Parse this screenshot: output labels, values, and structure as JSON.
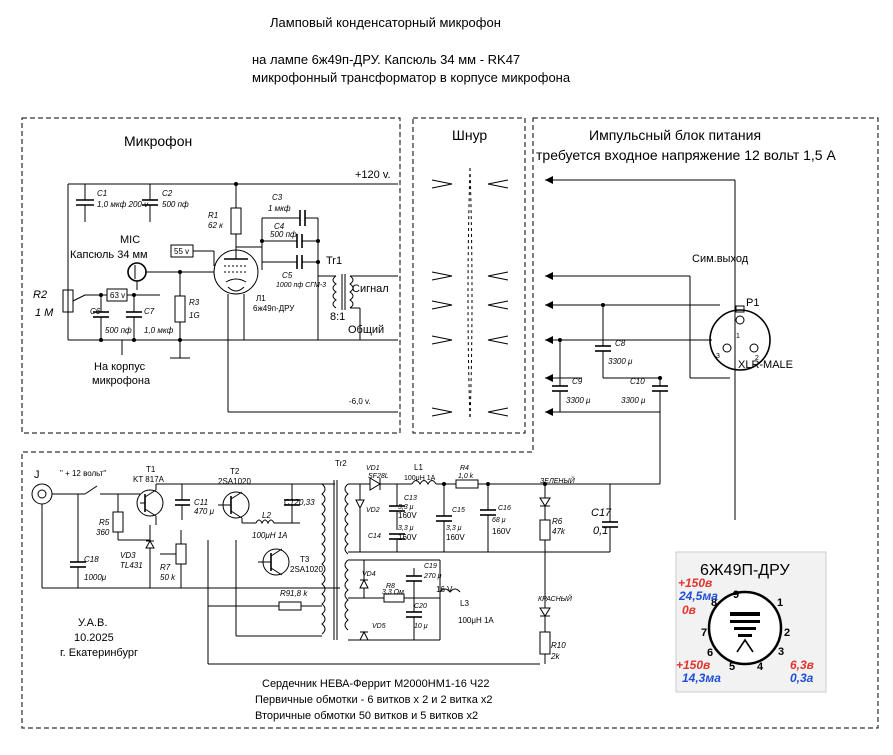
{
  "title": {
    "line1": "Ламповый конденсаторный микрофон",
    "line2": "на   лампе   6ж49п-ДРУ.   Капсюль   34  мм  - RK47",
    "line3": "микрофонный трансформатор в корпусе микрофона"
  },
  "sections": {
    "mic": "Микрофон",
    "cord": "Шнур",
    "psu_title": "Импульсный блок питания",
    "psu_req": "требуется  входное напряжение 12 вольт 1,5 А"
  },
  "mic": {
    "plus120": "+120 v.",
    "minus6": "-6,0 v.",
    "c1": "C1",
    "c1v": "1,0 мкф 200 v",
    "c2": "C2",
    "c2v": "500 пф",
    "c3": "C3",
    "c3v": "1 мкф",
    "c4": "C4",
    "c4v": "500 пф",
    "c5": "C5",
    "c5v": "1000 пф СГМ-3",
    "r1": "R1",
    "r1v": "62 к",
    "r2": "R2",
    "r2v": "1 М",
    "r3": "R3",
    "r3v": "1G",
    "c6": "C6",
    "c6v": "500 пф",
    "c7": "C7",
    "c7v": "1,0 мкф",
    "mic_label": "MIC",
    "capsule": "Капсюль 34 мм",
    "v55": "55 v",
    "v63": "63 v",
    "l1": "Л1",
    "tube": "6ж49п-ДРУ",
    "tr1": "Tr1",
    "signal": "Сигнал",
    "common": "Общий",
    "ratio": "8:1",
    "to_body": "На корпус",
    "to_body2": "микрофона"
  },
  "output": {
    "sim": "Сим.выход",
    "p1": "P1",
    "xlr": "XLR-MALE",
    "c8": "C8",
    "c8v": "3300 μ",
    "c9": "C9",
    "c9v": "3300 μ",
    "c10": "C10",
    "c10v": "3300 μ",
    "pin1": "1",
    "pin2": "2",
    "pin3": "3"
  },
  "psu": {
    "j": "J",
    "plus12": "\" + 12 вольт\"",
    "t1": "T1",
    "t1v": "KT 817A",
    "t2": "T2",
    "t2v": "2SA1020",
    "t3": "T3",
    "t3v": "2SA1020",
    "tr2": "Tr2",
    "r5": "R5",
    "r5v": "360",
    "vd3": "VD3",
    "vd3v": "TL431",
    "r7": "R7",
    "r7v": "50 k",
    "c18": "C18",
    "c18v": "1000μ",
    "c11": "C11",
    "c11v": "470 μ",
    "c12": "C12",
    "c12v": "0,33",
    "l2": "L2",
    "l2v": "100μH 1A",
    "r9": "R9",
    "r9v": "1,8  k",
    "vd1": "VD1",
    "vd1v": "SF28L",
    "vd2": "VD2",
    "l1": "L1",
    "l1v": "100μH 1A",
    "r4": "R4",
    "r4v": "1,0 k",
    "c13": "C13",
    "c13v": "3,3 μ",
    "c13v2": "160V",
    "c14": "C14",
    "c14v": "3,3 μ",
    "c14v2": "160V",
    "c15": "C15",
    "c15v": "3,3 μ",
    "c15v2": "160V",
    "c16": "C16",
    "c16v": "68 μ",
    "c16v2": "160V",
    "green": "ЗЕЛЕНЫЙ",
    "r6": "R6",
    "r6v": "47k",
    "c17": "C17",
    "c17v": "0,1",
    "vd4": "VD4",
    "r8": "R8",
    "r8v": "3,3 Ом",
    "c19": "C19",
    "c19v": "270 μ",
    "c19v2": "16 V",
    "c20": "C20",
    "c20v": "10 μ",
    "l3": "L3",
    "l3v": "100μH 1A",
    "vd5": "VD5",
    "red": "КРАСНЫЙ",
    "r10": "R10",
    "r10v": "2k"
  },
  "author": {
    "name": "У.А.В.",
    "date": "10.2025",
    "city": "г. Екатеринбург"
  },
  "notes": {
    "core": "Сердечник НЕВА-Феррит М2000НМ1-16 Ч22",
    "primary": "Первичные обмотки - 6 витков х 2   и  2 витка х2",
    "secondary": "Вторичные обмотки 50 витков  и  5 витков х2"
  },
  "pinout": {
    "title": "6Ж49П-ДРУ",
    "v150a": "+150в",
    "ma245": "24,5ма",
    "v0": "0в",
    "v150b": "+150в",
    "ma143": "14,3ма",
    "v63": "6,3в",
    "a03": "0,3а",
    "pins": [
      "1",
      "2",
      "3",
      "4",
      "5",
      "6",
      "7",
      "8",
      "9"
    ]
  },
  "colors": {
    "pin_red": "#e3342f",
    "pin_blue": "#1f4fd6",
    "panel_bg": "#f2f2f2"
  }
}
